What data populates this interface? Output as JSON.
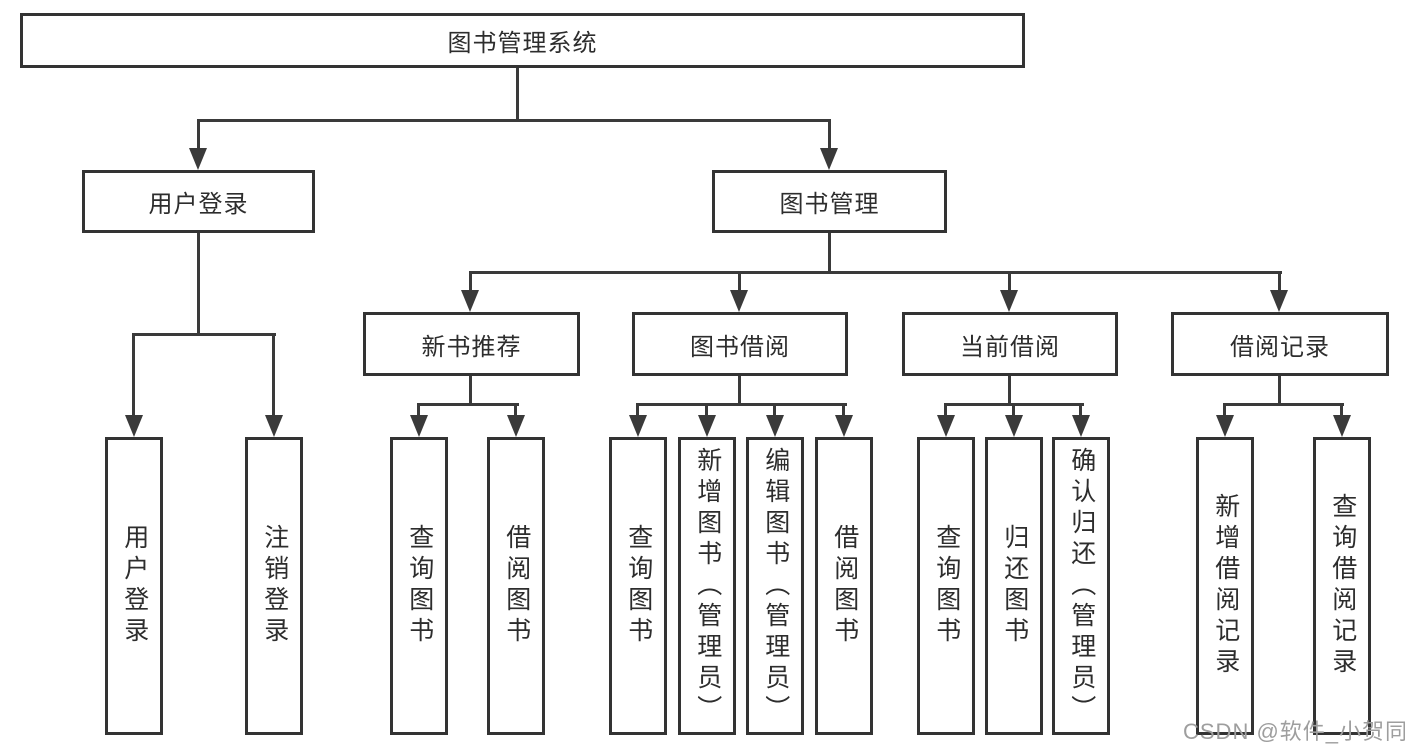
{
  "diagram": {
    "root": {
      "label": "图书管理系统",
      "children": [
        {
          "label": "用户登录",
          "children": [
            {
              "label": "用户登录"
            },
            {
              "label": "注销登录"
            }
          ]
        },
        {
          "label": "图书管理",
          "children": [
            {
              "label": "新书推荐",
              "children": [
                {
                  "label": "查询图书"
                },
                {
                  "label": "借阅图书"
                }
              ]
            },
            {
              "label": "图书借阅",
              "children": [
                {
                  "label": "查询图书"
                },
                {
                  "label": "新增图书（管理员）"
                },
                {
                  "label": "编辑图书（管理员）"
                },
                {
                  "label": "借阅图书"
                }
              ]
            },
            {
              "label": "当前借阅",
              "children": [
                {
                  "label": "查询图书"
                },
                {
                  "label": "归还图书"
                },
                {
                  "label": "确认归还（管理员）"
                }
              ]
            },
            {
              "label": "借阅记录",
              "children": [
                {
                  "label": "新增借阅记录"
                },
                {
                  "label": "查询借阅记录"
                }
              ]
            }
          ]
        }
      ]
    }
  },
  "watermark": {
    "text": "CSDN @软件_小贺同学"
  },
  "colors": {
    "background": "#ffffff",
    "box_fill": "#ffffff",
    "box_border": "#333333",
    "line": "#3a3a3a",
    "text": "#2d2d2d",
    "watermark": "#9e9e9e"
  }
}
